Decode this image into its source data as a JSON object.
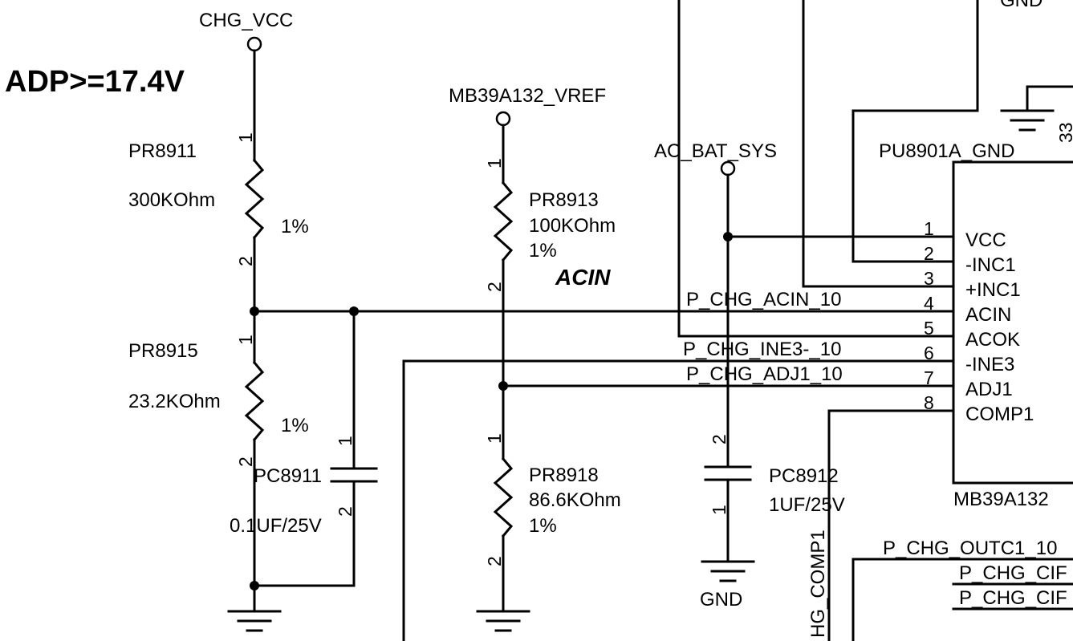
{
  "title": "ADP>=17.4V",
  "net_labels": {
    "chg_vcc": "CHG_VCC",
    "vref": "MB39A132_VREF",
    "ac_bat_sys": "AC_BAT_SYS",
    "pu_gnd": "PU8901A_GND",
    "acin_note": "ACIN",
    "p_chg_acin": "P_CHG_ACIN_10",
    "p_chg_ine3": "P_CHG_INE3-_10",
    "p_chg_adj1": "P_CHG_ADJ1_10",
    "p_chg_outc1": "P_CHG_OUTC1_10",
    "p_chg_cif_1": "P_CHG_CIF",
    "p_chg_cif_2": "P_CHG_CIF",
    "chg_comp1": "HG_COMP1",
    "gnd_top": "GND",
    "gnd_pc8912": "GND"
  },
  "components": {
    "pr8911": {
      "ref": "PR8911",
      "value": "300KOhm",
      "tol": "1%",
      "pin1": "1",
      "pin2": "2"
    },
    "pr8915": {
      "ref": "PR8915",
      "value": "23.2KOhm",
      "tol": "1%",
      "pin1": "1",
      "pin2": "2"
    },
    "pc8911": {
      "ref": "PC8911",
      "value": "0.1UF/25V",
      "pin1": "1",
      "pin2": "2"
    },
    "pr8913": {
      "ref": "PR8913",
      "value": "100KOhm",
      "tol": "1%",
      "pin1": "1",
      "pin2": "2"
    },
    "pr8918": {
      "ref": "PR8918",
      "value": "86.6KOhm",
      "tol": "1%",
      "pin1": "1",
      "pin2": "2"
    },
    "pc8912": {
      "ref": "PC8912",
      "value": "1UF/25V",
      "pin1": "1",
      "pin2": "2"
    }
  },
  "ic": {
    "name": "MB39A132",
    "pins": [
      {
        "num": "1",
        "name": "VCC"
      },
      {
        "num": "2",
        "name": "-INC1"
      },
      {
        "num": "3",
        "name": "+INC1"
      },
      {
        "num": "4",
        "name": "ACIN"
      },
      {
        "num": "5",
        "name": "ACOK"
      },
      {
        "num": "6",
        "name": "-INE3"
      },
      {
        "num": "7",
        "name": "ADJ1"
      },
      {
        "num": "8",
        "name": "COMP1"
      }
    ],
    "side_pin_partial": "33"
  }
}
